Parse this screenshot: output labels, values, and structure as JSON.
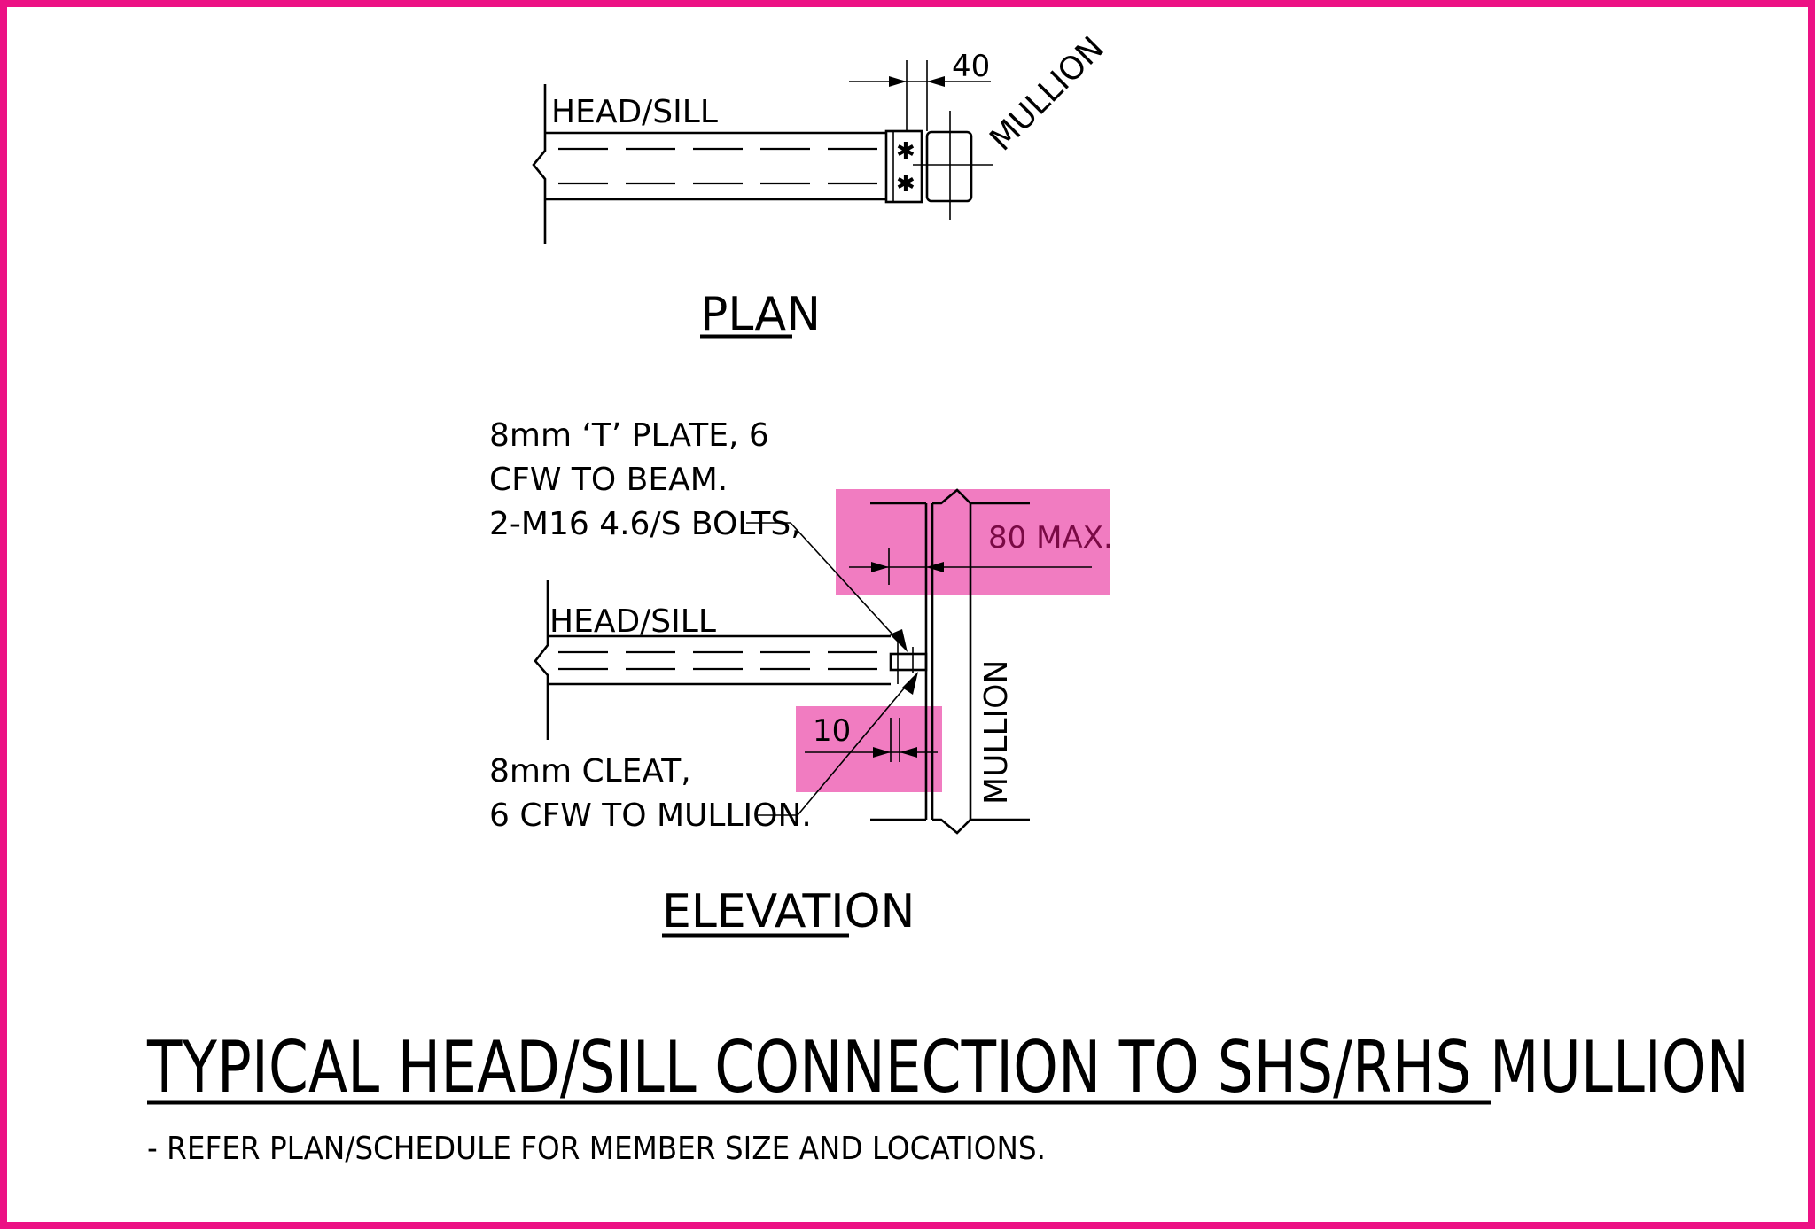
{
  "colors": {
    "frame": "#EC1184",
    "highlight": "#F06EBA",
    "ink": "#000000",
    "highlight_text": "#7A0A45"
  },
  "plan": {
    "member_label": "HEAD/SILL",
    "dimension": "40",
    "mullion_label": "MULLION",
    "view_title": "PLAN"
  },
  "elevation": {
    "plate_note": [
      "8mm ‘T’ PLATE, 6",
      "CFW TO BEAM.",
      "2-M16 4.6/S BOLTS,"
    ],
    "member_label": "HEAD/SILL",
    "max_dimension": "80 MAX.",
    "gap_dimension": "10",
    "mullion_label": "MULLION",
    "cleat_note": [
      "8mm CLEAT,",
      "6 CFW TO MULLION."
    ],
    "view_title": "ELEVATION"
  },
  "title": "TYPICAL HEAD/SILL CONNECTION TO SHS/RHS MULLION",
  "note": "- REFER PLAN/SCHEDULE FOR MEMBER SIZE AND LOCATIONS."
}
